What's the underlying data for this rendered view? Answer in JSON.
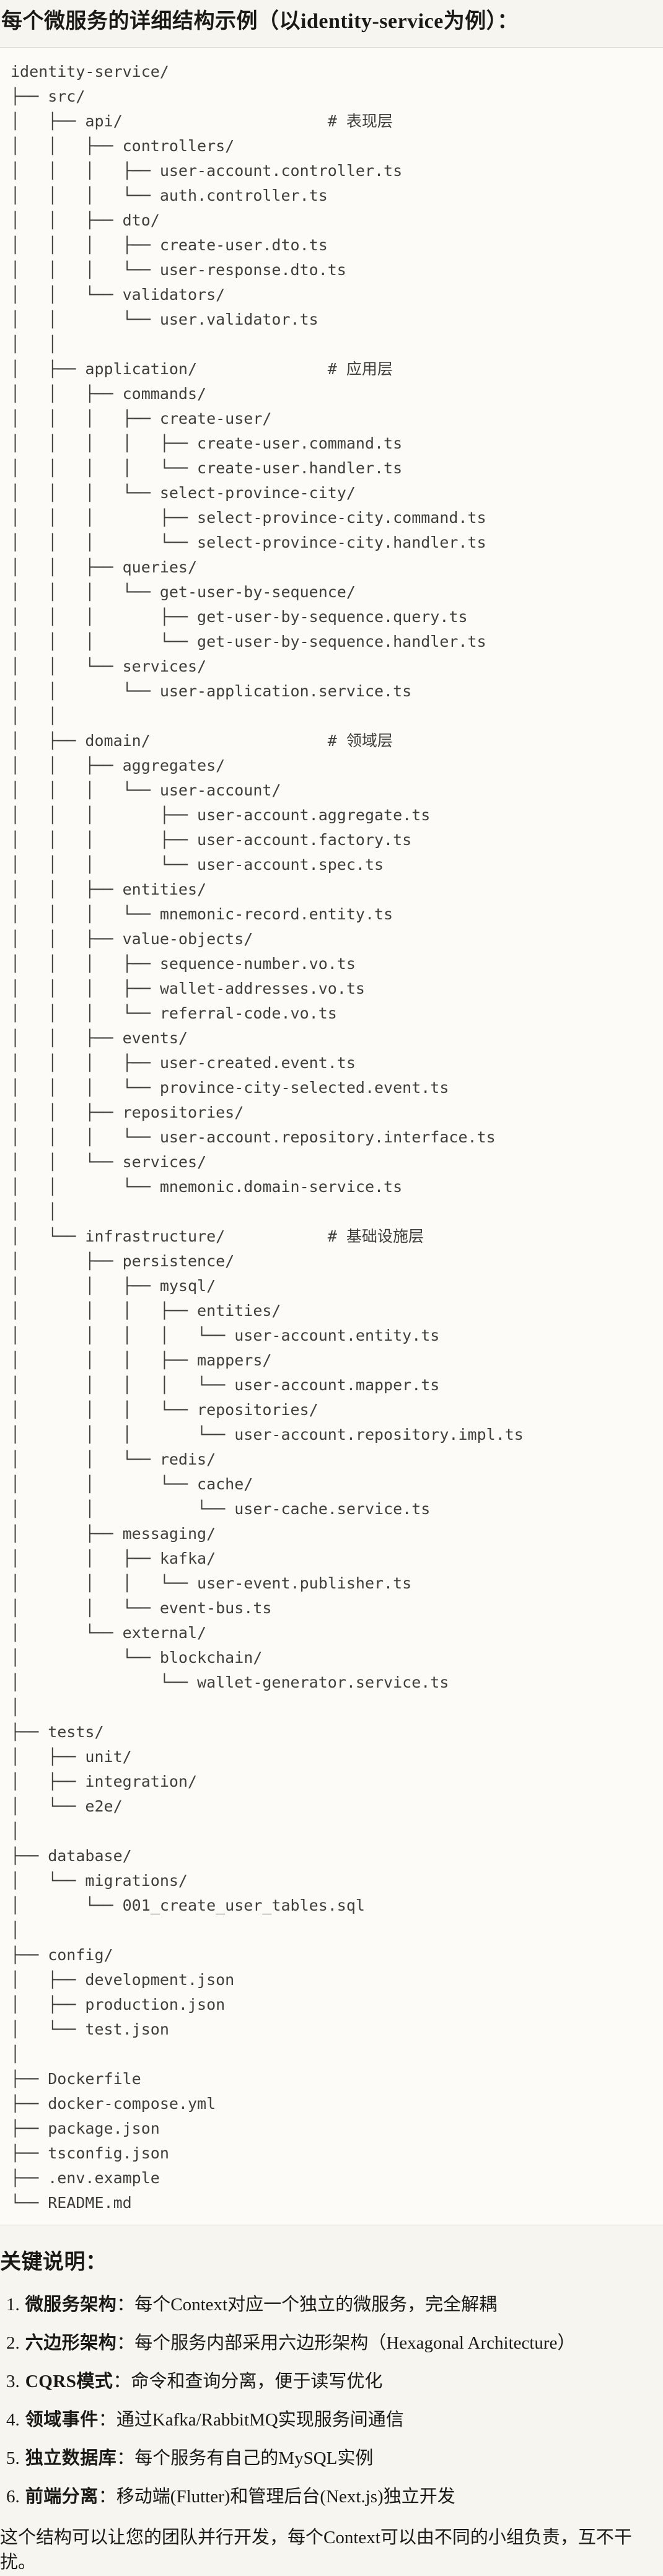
{
  "colors": {
    "page_background": "#f7f5ef",
    "code_background": "#fcfbf8",
    "code_border": "#dedcd3",
    "code_text": "#3f3e39",
    "body_text": "#1a1915"
  },
  "title": "每个微服务的详细结构示例（以identity-service为例）：",
  "code_block": {
    "language": "plaintext-tree",
    "lines": [
      "identity-service/",
      "├── src/",
      "│   ├── api/                      # 表现层",
      "│   │   ├── controllers/",
      "│   │   │   ├── user-account.controller.ts",
      "│   │   │   └── auth.controller.ts",
      "│   │   ├── dto/",
      "│   │   │   ├── create-user.dto.ts",
      "│   │   │   └── user-response.dto.ts",
      "│   │   └── validators/",
      "│   │       └── user.validator.ts",
      "│   │",
      "│   ├── application/              # 应用层",
      "│   │   ├── commands/",
      "│   │   │   ├── create-user/",
      "│   │   │   │   ├── create-user.command.ts",
      "│   │   │   │   └── create-user.handler.ts",
      "│   │   │   └── select-province-city/",
      "│   │   │       ├── select-province-city.command.ts",
      "│   │   │       └── select-province-city.handler.ts",
      "│   │   ├── queries/",
      "│   │   │   └── get-user-by-sequence/",
      "│   │   │       ├── get-user-by-sequence.query.ts",
      "│   │   │       └── get-user-by-sequence.handler.ts",
      "│   │   └── services/",
      "│   │       └── user-application.service.ts",
      "│   │",
      "│   ├── domain/                   # 领域层",
      "│   │   ├── aggregates/",
      "│   │   │   └── user-account/",
      "│   │   │       ├── user-account.aggregate.ts",
      "│   │   │       ├── user-account.factory.ts",
      "│   │   │       └── user-account.spec.ts",
      "│   │   ├── entities/",
      "│   │   │   └── mnemonic-record.entity.ts",
      "│   │   ├── value-objects/",
      "│   │   │   ├── sequence-number.vo.ts",
      "│   │   │   ├── wallet-addresses.vo.ts",
      "│   │   │   └── referral-code.vo.ts",
      "│   │   ├── events/",
      "│   │   │   ├── user-created.event.ts",
      "│   │   │   └── province-city-selected.event.ts",
      "│   │   ├── repositories/",
      "│   │   │   └── user-account.repository.interface.ts",
      "│   │   └── services/",
      "│   │       └── mnemonic.domain-service.ts",
      "│   │",
      "│   └── infrastructure/           # 基础设施层",
      "│       ├── persistence/",
      "│       │   ├── mysql/",
      "│       │   │   ├── entities/",
      "│       │   │   │   └── user-account.entity.ts",
      "│       │   │   ├── mappers/",
      "│       │   │   │   └── user-account.mapper.ts",
      "│       │   │   └── repositories/",
      "│       │   │       └── user-account.repository.impl.ts",
      "│       │   └── redis/",
      "│       │       └── cache/",
      "│       │           └── user-cache.service.ts",
      "│       ├── messaging/",
      "│       │   ├── kafka/",
      "│       │   │   └── user-event.publisher.ts",
      "│       │   └── event-bus.ts",
      "│       └── external/",
      "│           └── blockchain/",
      "│               └── wallet-generator.service.ts",
      "│",
      "├── tests/",
      "│   ├── unit/",
      "│   ├── integration/",
      "│   └── e2e/",
      "│",
      "├── database/",
      "│   └── migrations/",
      "│       └── 001_create_user_tables.sql",
      "│",
      "├── config/",
      "│   ├── development.json",
      "│   ├── production.json",
      "│   └── test.json",
      "│",
      "├── Dockerfile",
      "├── docker-compose.yml",
      "├── package.json",
      "├── tsconfig.json",
      "├── .env.example",
      "└── README.md"
    ]
  },
  "notes": {
    "heading": "关键说明：",
    "items": [
      {
        "number": "1.",
        "label": "微服务架构",
        "colon": "：",
        "text": "每个Context对应一个独立的微服务，完全解耦"
      },
      {
        "number": "2.",
        "label": "六边形架构",
        "colon": "：",
        "text": "每个服务内部采用六边形架构（Hexagonal Architecture）"
      },
      {
        "number": "3.",
        "label": "CQRS模式",
        "colon": "：",
        "text": "命令和查询分离，便于读写优化"
      },
      {
        "number": "4.",
        "label": "领域事件",
        "colon": "：",
        "text": "通过Kafka/RabbitMQ实现服务间通信"
      },
      {
        "number": "5.",
        "label": "独立数据库",
        "colon": "：",
        "text": "每个服务有自己的MySQL实例"
      },
      {
        "number": "6.",
        "label": "前端分离",
        "colon": "：",
        "text": "移动端(Flutter)和管理后台(Next.js)独立开发"
      }
    ],
    "footer": "这个结构可以让您的团队并行开发，每个Context可以由不同的小组负责，互不干扰。"
  }
}
